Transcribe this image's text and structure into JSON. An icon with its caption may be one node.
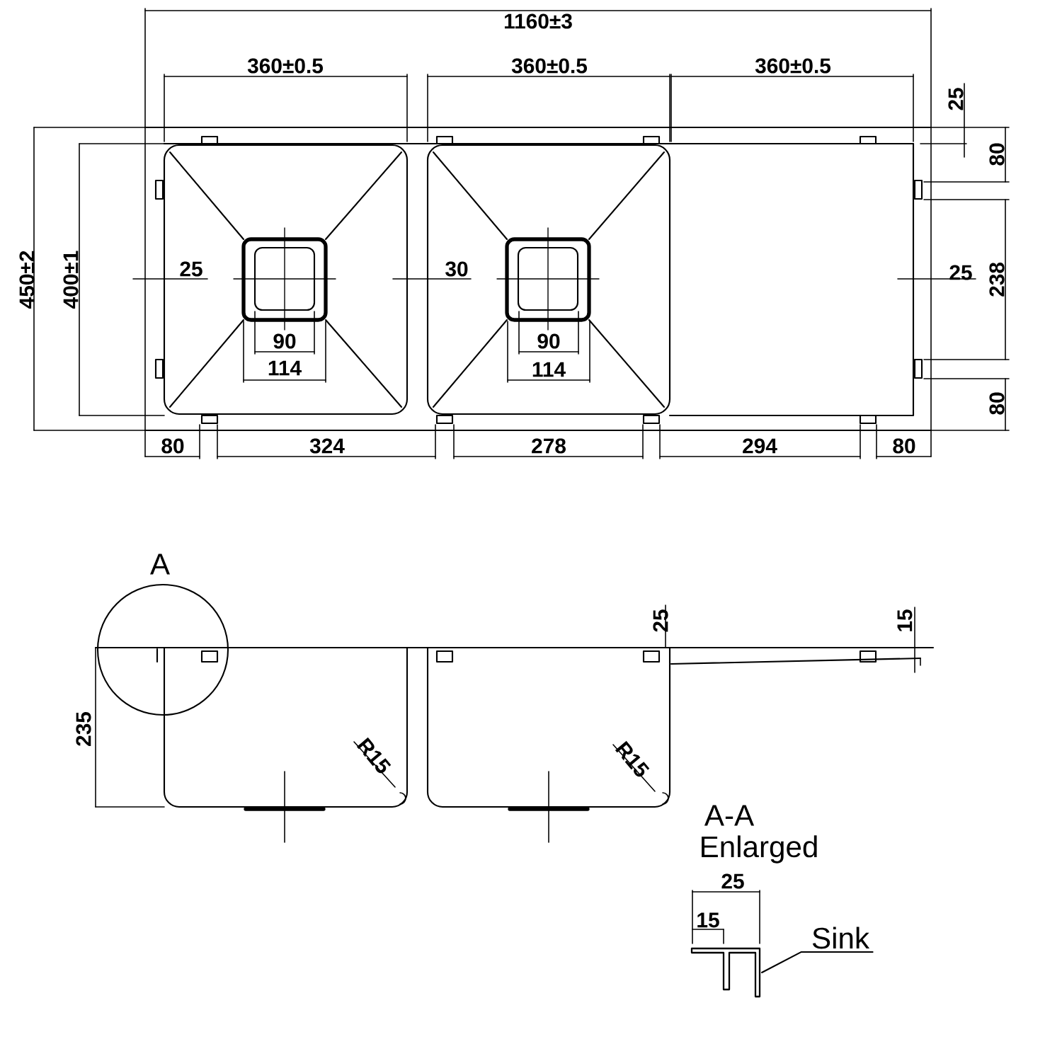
{
  "diagram": {
    "nodes": [
      {
        "text": [
          "A"
        ]
      },
      {
        "text": [
          "Sink"
        ]
      },
      {
        "text": [],
        "shape": "picture"
      }
    ],
    "edges": [
      {
        "from": 1,
        "to": 2,
        "arrow": "none"
      }
    ],
    "labels": [
      "1160±3",
      "360±0.5",
      "360±0.5",
      "360±0.5",
      "25",
      "80",
      "450±2",
      "400±1",
      "25",
      "30",
      "25",
      "238",
      "90",
      "90",
      "114",
      "114",
      "80",
      "80",
      "324",
      "278",
      "294",
      "80",
      "25",
      "15",
      "235",
      "R15",
      "R15",
      "A-A",
      "Enlarged",
      "25",
      "15"
    ]
  }
}
